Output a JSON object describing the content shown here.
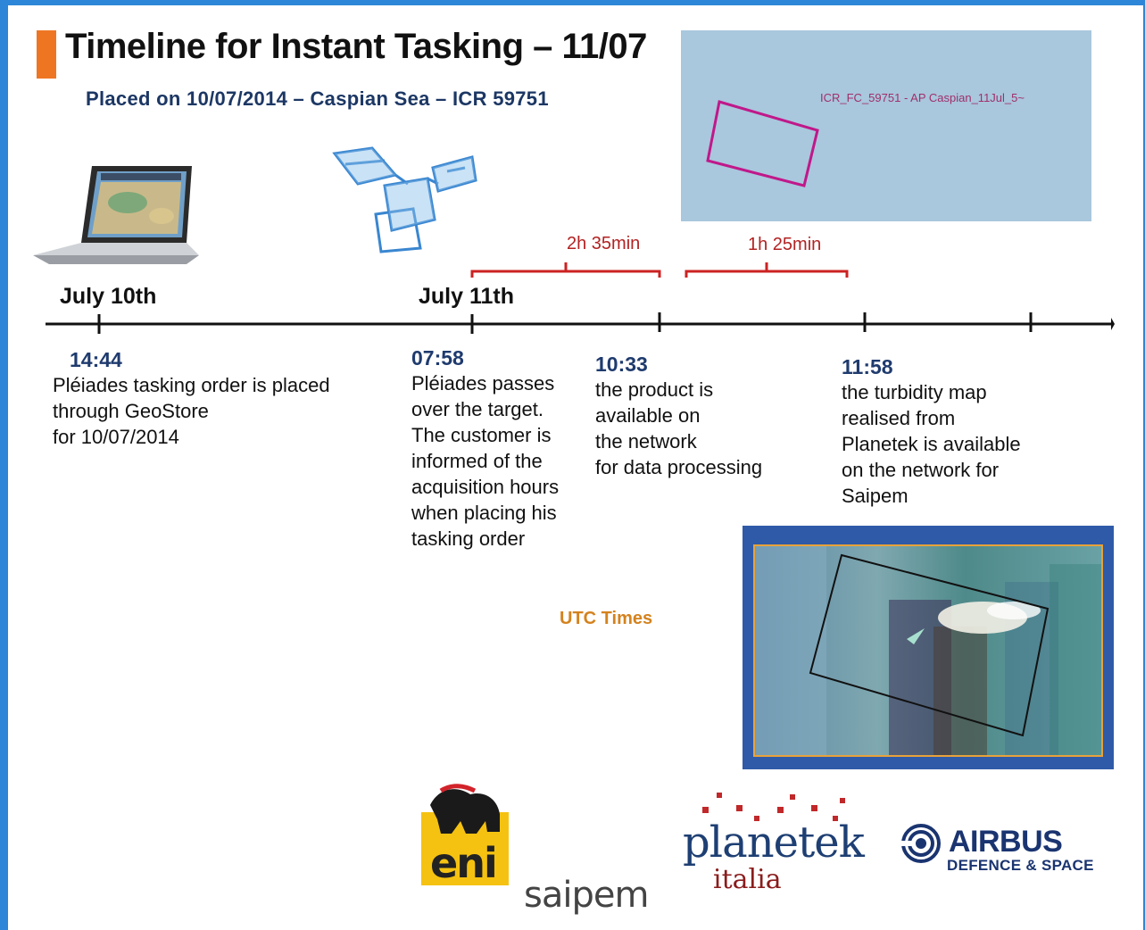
{
  "slide": {
    "title": "Timeline for Instant Tasking – 11/07",
    "subtitle": "Placed on 10/07/2014 – Caspian Sea – ICR 59751"
  },
  "map": {
    "label": "ICR_FC_59751 - AP Caspian_11Jul_5~",
    "footprint_color": "#c0188a"
  },
  "timeline": {
    "dates": [
      "July 10th",
      "July 11th"
    ],
    "durations": [
      "2h 35min",
      "1h 25min"
    ],
    "duration_color": "#cc2222",
    "events": [
      {
        "time": "14:44",
        "lines": [
          "Pléiades tasking order is placed",
          "through GeoStore",
          "for  10/07/2014"
        ]
      },
      {
        "time": "07:58",
        "lines": [
          "Pléiades passes",
          "over the target.",
          "The customer is",
          "informed of the",
          "acquisition hours",
          "when placing his",
          "tasking order"
        ]
      },
      {
        "time": "10:33",
        "lines": [
          "the product is",
          "available on",
          "the network",
          "for data processing"
        ]
      },
      {
        "time": "11:58",
        "lines": [
          "the turbidity map",
          "realised from",
          "Planetek is available",
          "on the network for",
          "Saipem"
        ]
      }
    ]
  },
  "note": "UTC Times",
  "logos": {
    "eni": "eni",
    "saipem": "saipem",
    "planetek": "planetek",
    "planetek_sub": "italia",
    "airbus": "AIRBUS",
    "airbus_sub": "DEFENCE & SPACE"
  },
  "colors": {
    "background": "#2e86d8",
    "accent": "#ee7623",
    "subtitle": "#1c3764",
    "event_time": "#1f3b6e",
    "utc_note": "#d4821e",
    "image_frame": "#2f5aa8"
  }
}
